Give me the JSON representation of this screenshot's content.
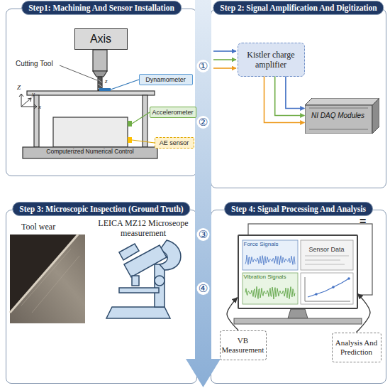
{
  "diagram": {
    "nodes": [
      {
        "text": [
          "Step1: Machining And Sensor Installation"
        ]
      },
      {
        "text": [
          "Axis"
        ],
        "in": 0
      },
      {
        "text": [
          "Dynamometer"
        ],
        "in": 0
      },
      {
        "text": [
          "Accelerometer"
        ],
        "in": 0
      },
      {
        "text": [
          "AE sensor"
        ],
        "in": 0
      },
      {
        "text": [
          "Step 2: Signal Amplification And Digitization"
        ]
      },
      {
        "text": [
          "Kistler charge amplifier"
        ],
        "in": 5
      },
      {
        "text": [
          "NI DAQ Modules"
        ],
        "in": 5
      },
      {
        "text": [
          "Step 3: Microscopic Inspection (Ground Truth)"
        ]
      },
      {
        "text": [
          "Step 4: Signal Processing And Analysis"
        ]
      },
      {
        "text": [
          "Force Signals",
          "Sensor Data",
          "Vibration Signals"
        ],
        "in": 9
      },
      {
        "text": [
          "VB Measurement"
        ],
        "in": 9
      },
      {
        "text": [
          "Analysis And Prediction"
        ],
        "in": 9
      }
    ],
    "edges": [
      {
        "from": 6,
        "to": 7,
        "arrow": "to"
      },
      {
        "from": 6,
        "to": 7,
        "arrow": "to"
      },
      {
        "from": 6,
        "to": 7,
        "arrow": "to"
      },
      {
        "from": 11,
        "to": 10,
        "arrow": "to"
      },
      {
        "from": 12,
        "to": 10,
        "arrow": "to"
      }
    ],
    "labels": [
      "①",
      "②",
      "③",
      "④",
      "Cutting Tool",
      "Z",
      "y",
      "x",
      "z",
      "Computerized Numerical Control",
      "Tool wear",
      "LEICA MZ12 Microseope measurement",
      "="
    ]
  }
}
